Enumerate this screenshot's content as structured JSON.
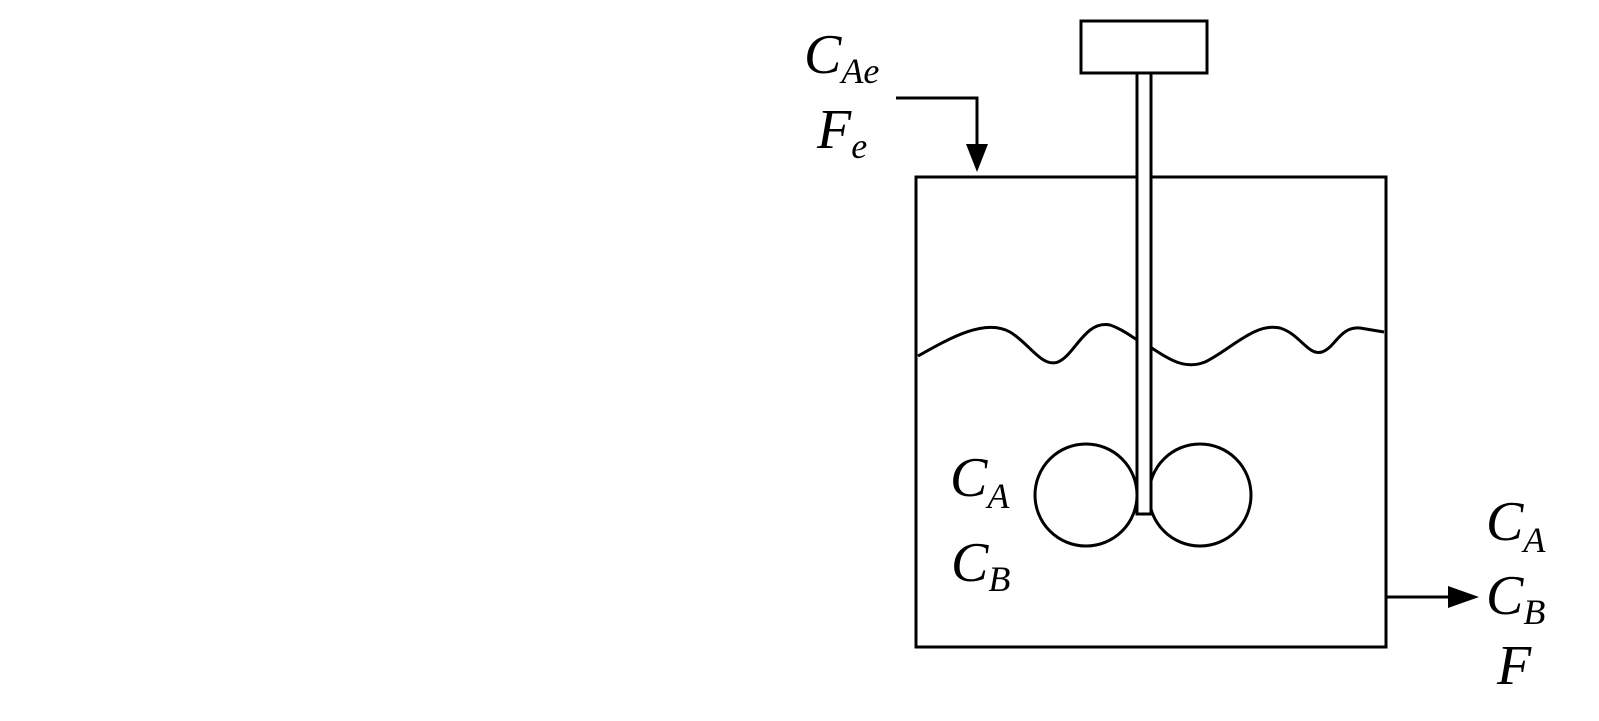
{
  "inlet": {
    "conc": {
      "main": "C",
      "sub": "Ae"
    },
    "flow": {
      "main": "F",
      "sub": "e"
    }
  },
  "tank_contents": {
    "conc_a": {
      "main": "C",
      "sub": "A"
    },
    "conc_b": {
      "main": "C",
      "sub": "B"
    }
  },
  "outlet": {
    "conc_a": {
      "main": "C",
      "sub": "A"
    },
    "conc_b": {
      "main": "C",
      "sub": "B"
    },
    "flow": {
      "main": "F"
    }
  },
  "colors": {
    "stroke": "#000000",
    "background": "#ffffff"
  }
}
